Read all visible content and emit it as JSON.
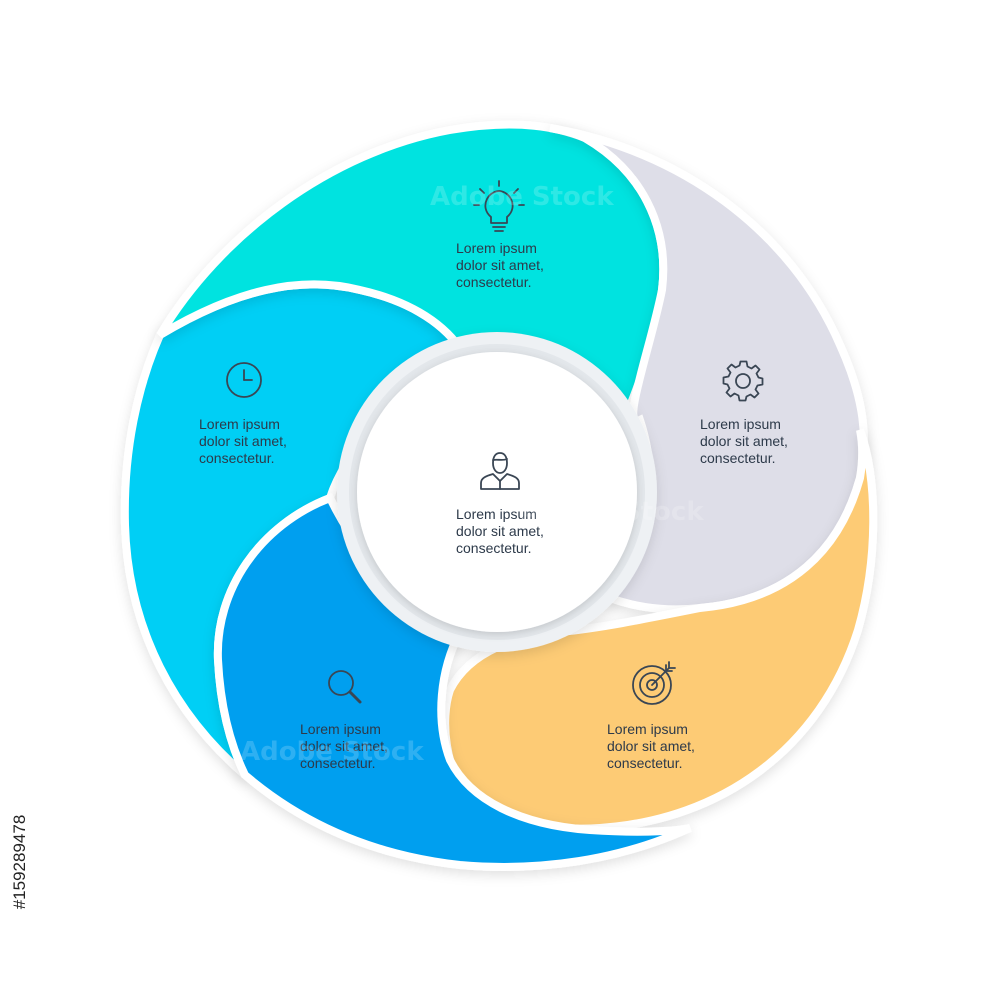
{
  "colors": {
    "teal": "#05E3E0",
    "sky": "#03CFF5",
    "blue": "#049FEF",
    "gold": "#FDCB75",
    "lavender": "#DEDEE8",
    "center": "#FFFFFF",
    "ring": "#E6E9ED"
  },
  "segments": [
    {
      "id": "top",
      "icon": "lightbulb-icon",
      "lines": [
        "Lorem ipsum",
        "dolor sit amet,",
        "consectetur."
      ]
    },
    {
      "id": "right",
      "icon": "gear-icon",
      "lines": [
        "Lorem ipsum",
        "dolor sit amet,",
        "consectetur."
      ]
    },
    {
      "id": "bottom-right",
      "icon": "target-icon",
      "lines": [
        "Lorem ipsum",
        "dolor sit amet,",
        "consectetur."
      ]
    },
    {
      "id": "bottom-left",
      "icon": "search-icon",
      "lines": [
        "Lorem ipsum",
        "dolor sit amet,",
        "consectetur."
      ]
    },
    {
      "id": "left",
      "icon": "clock-icon",
      "lines": [
        "Lorem ipsum",
        "dolor sit amet,",
        "consectetur."
      ]
    }
  ],
  "center": {
    "icon": "user-icon",
    "lines": [
      "Lorem ipsum",
      "dolor sit amet,",
      "consectetur."
    ]
  },
  "stock_id": "#159289478",
  "watermark": "Adobe Stock"
}
